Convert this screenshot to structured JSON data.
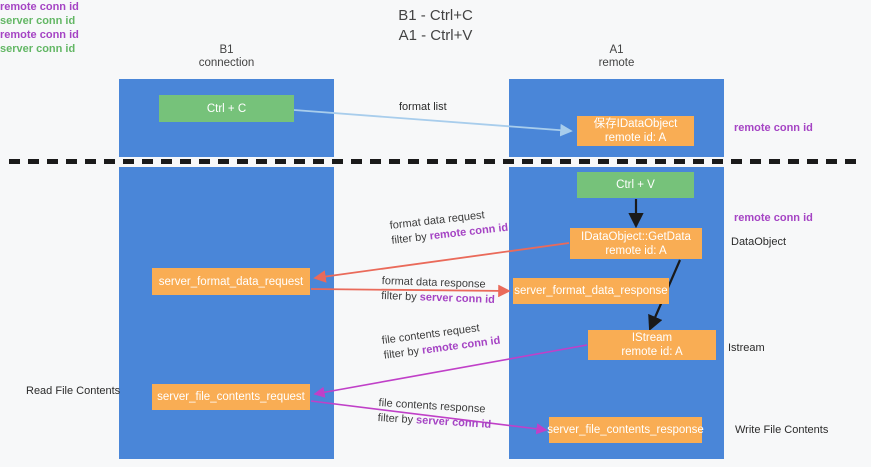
{
  "title": {
    "line1": "B1 - Ctrl+C",
    "line2": "A1 - Ctrl+V"
  },
  "columns": [
    {
      "id": "b1",
      "name": "B1",
      "role": "connection"
    },
    {
      "id": "a1",
      "name": "A1",
      "role": "remote"
    }
  ],
  "nodes": {
    "ctrl_c": {
      "label": "Ctrl + C",
      "color": "#76c27a"
    },
    "save_idataobject": {
      "line1": "保存IDataObject",
      "line2": "remote id: A",
      "color": "#f9ad54"
    },
    "ctrl_v": {
      "label": "Ctrl + V",
      "color": "#76c27a"
    },
    "idataobject_getdata": {
      "line1": "IDataObject::GetData",
      "line2": "remote id: A",
      "color": "#f9ad54"
    },
    "server_format_data_request": {
      "label": "server_format_data_request",
      "color": "#f9ad54"
    },
    "server_format_data_response": {
      "label": "server_format_data_response",
      "color": "#f9ad54"
    },
    "istream": {
      "line1": "IStream",
      "line2": "remote id: A",
      "color": "#f9ad54"
    },
    "server_file_contents_request": {
      "label": "server_file_contents_request",
      "color": "#f9ad54"
    },
    "server_file_contents_response": {
      "label": "server_file_contents_response",
      "color": "#f9ad54"
    }
  },
  "edge_labels": {
    "format_list": "format list",
    "format_data_request": {
      "line1": "format data request",
      "filter_prefix": "filter by ",
      "filter_key": "remote conn id"
    },
    "format_data_response": {
      "line1": "format data response",
      "filter_prefix": "filter by ",
      "filter_key": "server conn id"
    },
    "file_contents_request": {
      "line1": "file contents request",
      "filter_prefix": "filter by ",
      "filter_key": "remote conn id"
    },
    "file_contents_response": {
      "line1": "file contents response",
      "filter_prefix": "filter by ",
      "filter_key": "server conn id"
    }
  },
  "side_labels": {
    "right_remote_conn_top": "remote conn id",
    "right_remote_conn_mid": "remote conn id",
    "right_dataobject": "DataObject",
    "right_istream": "Istream",
    "right_write_file_contents": "Write File Contents",
    "left_read_file_contents": "Read File Contents",
    "left_mid_remote": "remote conn id",
    "left_mid_server": "server conn id",
    "left_bot_remote": "remote conn id",
    "left_bot_server": "server conn id"
  },
  "colors": {
    "column_blue": "#4a86d8",
    "node_green": "#76c27a",
    "node_orange": "#f9ad54",
    "remote_purple": "#a544c4",
    "server_green": "#63b765",
    "arrow_blue": "#a8cdec",
    "arrow_red": "#ea6a5a",
    "arrow_magenta": "#c040c8",
    "arrow_black": "#1a1a1a",
    "divider_black": "#1a1a1a",
    "background": "#f7f8f9"
  }
}
